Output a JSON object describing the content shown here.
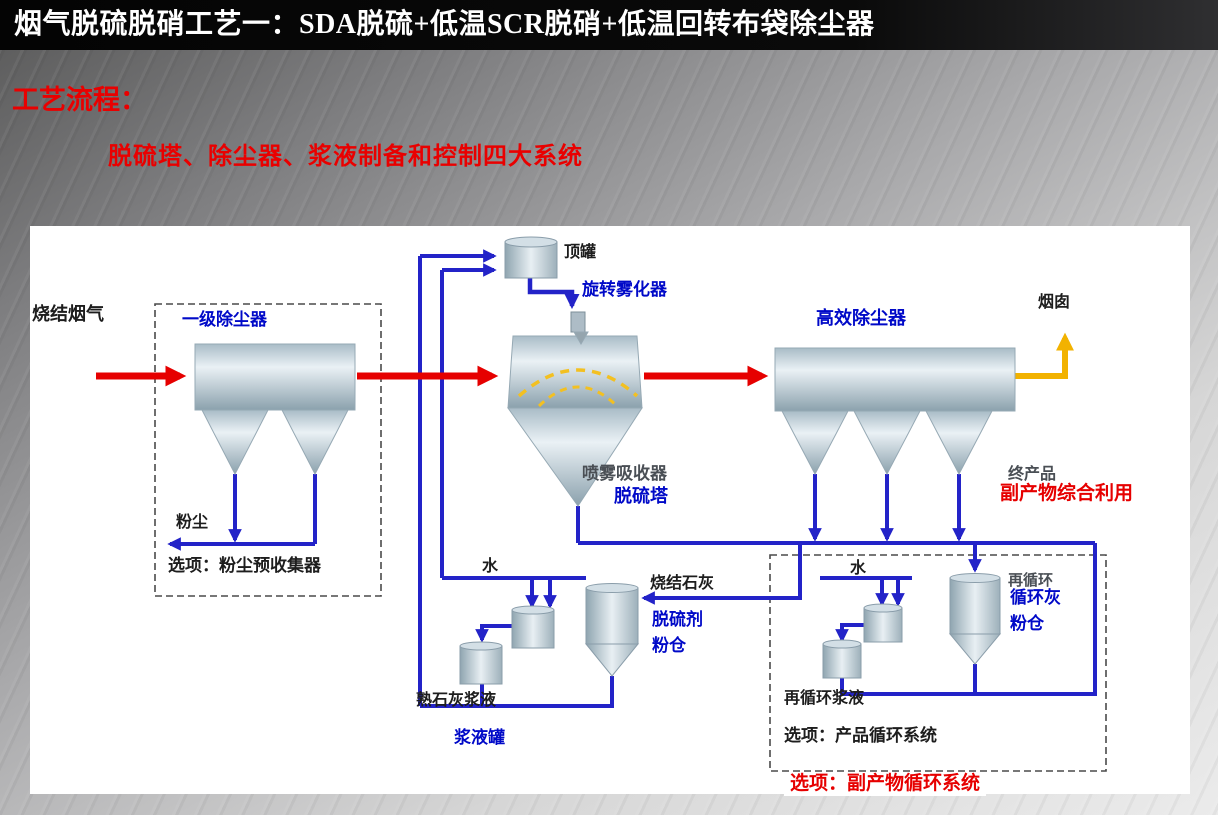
{
  "titlebar": {
    "title": "烟气脱硫脱硝工艺一：SDA脱硫+低温SCR脱硝+低温回转布袋除尘器"
  },
  "headings": {
    "process_flow": "工艺流程：",
    "systems": "脱硫塔、除尘器、浆液制备和控制四大系统"
  },
  "colors": {
    "accent_red": "#e60000",
    "pipe_blue": "#2323c8",
    "label_blue": "#0009c8",
    "stack_yellow": "#f2b200",
    "vessel_steel": "#aabccaa"
  },
  "diagram": {
    "labels": {
      "sinter_gas": "烧结烟气",
      "primary_collector": "一级除尘器",
      "dust": "粉尘",
      "option_precollector": "选项：粉尘预收集器",
      "top_tank": "顶罐",
      "rotary_atomizer": "旋转雾化器",
      "spray_absorber": "喷雾吸收器",
      "sda_tower": "脱硫塔",
      "high_eff_collector": "高效除尘器",
      "stack": "烟囱",
      "final_product": "终产品",
      "byproduct_use": "副产物综合利用",
      "water_left": "水",
      "sinter_lime": "烧结石灰",
      "sorbent_silo_line1": "脱硫剂",
      "sorbent_silo_line2": "粉仓",
      "slaked_lime_slurry": "熟石灰浆液",
      "slurry_tank": "浆液罐",
      "water_right": "水",
      "recirc": "再循环",
      "recirc_silo_line1": "循环灰",
      "recirc_silo_line2": "粉仓",
      "recirc_slurry": "再循环浆液",
      "option_product_recycle": "选项：产品循环系统",
      "option_byproduct_recycle": "选项：副产物循环系统"
    }
  }
}
